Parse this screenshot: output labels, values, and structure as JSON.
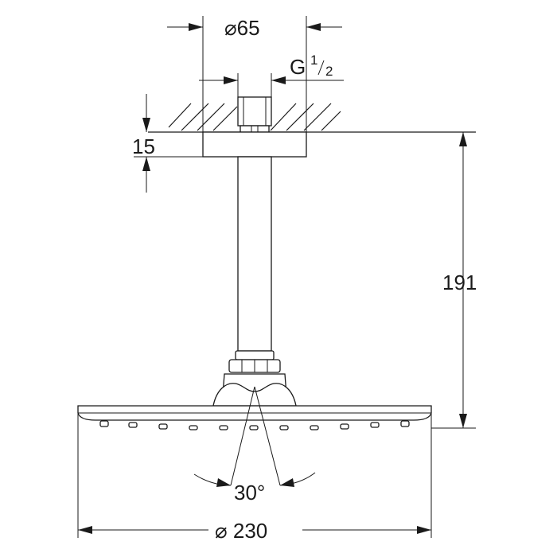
{
  "dimensions": {
    "top_diameter": "⌀65",
    "thread_main": "G",
    "thread_sup": "1",
    "thread_sub": "2",
    "flange_height": "15",
    "total_height": "191",
    "spray_angle": "30°",
    "head_diameter": "⌀ 230"
  }
}
